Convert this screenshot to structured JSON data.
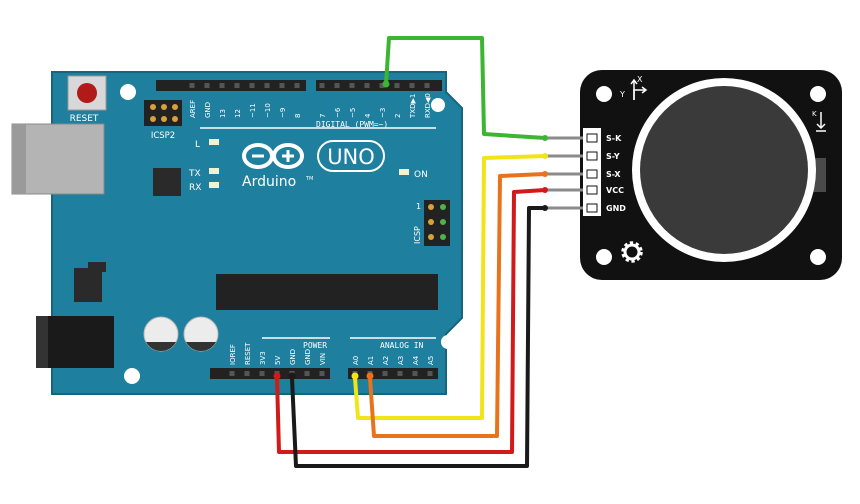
{
  "arduino": {
    "reset_label": "RESET",
    "icsp2_label": "ICSP2",
    "icsp_label": "ICSP",
    "digital_label": "DIGITAL (PWM=~)",
    "led_l": "L",
    "led_tx": "TX",
    "led_rx": "RX",
    "led_on": "ON",
    "brand": "Arduino",
    "trademark": "TM",
    "model": "UNO",
    "power_label": "POWER",
    "analog_label": "ANALOG IN",
    "icsp_pin1": "1",
    "top_pins": [
      "AREF",
      "GND",
      "13",
      "12",
      "~11",
      "~10",
      "~9",
      "8",
      "7",
      "~6",
      "~5",
      "4",
      "~3",
      "2",
      "TXD▶1",
      "RXD◀0"
    ],
    "bottom_power_pins": [
      "IOREF",
      "RESET",
      "3V3",
      "5V",
      "GND",
      "GND",
      "VIN"
    ],
    "bottom_analog_pins": [
      "A0",
      "A1",
      "A2",
      "A3",
      "A4",
      "A5"
    ]
  },
  "joystick": {
    "pins": [
      "S-K",
      "S-Y",
      "S-X",
      "VCC",
      "GND"
    ],
    "axis_x": "X",
    "axis_y": "Y",
    "axis_k": "K"
  },
  "wires": [
    {
      "name": "switch-wire",
      "color": "#3cb531",
      "from": "D3",
      "to": "S-K"
    },
    {
      "name": "y-axis-wire",
      "color": "#f2e41a",
      "from": "A0",
      "to": "S-Y"
    },
    {
      "name": "x-axis-wire",
      "color": "#e8731c",
      "from": "A1",
      "to": "S-X"
    },
    {
      "name": "vcc-wire",
      "color": "#d11a1a",
      "from": "5V",
      "to": "VCC"
    },
    {
      "name": "gnd-wire",
      "color": "#1a1a1a",
      "from": "GND",
      "to": "GND"
    }
  ],
  "colors": {
    "board": "#1e7f9e",
    "board_dark": "#17647d",
    "module": "#111111"
  }
}
